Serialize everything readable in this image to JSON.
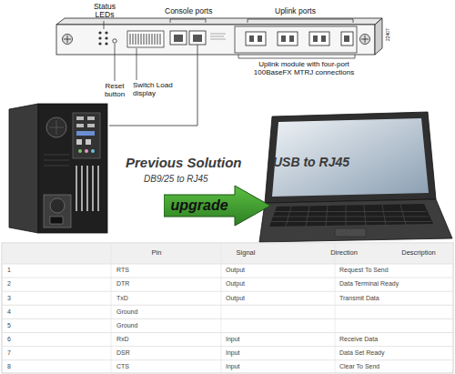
{
  "diagram": {
    "nodes": [
      {
        "text": [
          "upgrade"
        ]
      }
    ],
    "labels": [
      "Status LEDs",
      "Console ports",
      "Uplink ports",
      "Reset button",
      "Switch Load display",
      "Uplink module with four-port 100BaseFX MTRJ connections",
      "22407",
      "Previous Solution",
      "DB9/25 to RJ45",
      "USB to RJ45",
      "Pin",
      "Signal",
      "Direction",
      "Description",
      "1",
      "RTS",
      "Output",
      "Request To Send",
      "2",
      "DTR",
      "Output",
      "Data Terminal Ready",
      "3",
      "TxD",
      "Output",
      "Transmit Data",
      "4",
      "Ground",
      "5",
      "Ground",
      "6",
      "RxD",
      "Input",
      "Receive Data",
      "7",
      "DSR",
      "Input",
      "Data Set Ready",
      "8",
      "CTS",
      "Input",
      "Clear To Send"
    ]
  }
}
